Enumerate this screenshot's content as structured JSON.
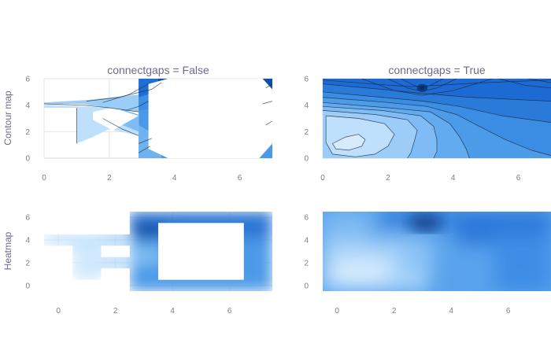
{
  "chart_data": [
    {
      "type": "contour",
      "title": "connectgaps = False",
      "row_label": "Contour map",
      "connectgaps": false,
      "xlim": [
        0,
        7
      ],
      "ylim": [
        0,
        6
      ],
      "xticks": [
        0,
        2,
        4,
        6
      ],
      "yticks": [
        0,
        2,
        4,
        6
      ],
      "colorscale": [
        "#d6eeff",
        "#1c64c8"
      ]
    },
    {
      "type": "contour",
      "title": "connectgaps = True",
      "connectgaps": true,
      "xlim": [
        0,
        7
      ],
      "ylim": [
        0,
        6
      ],
      "xticks": [
        0,
        2,
        4,
        6
      ],
      "yticks": [
        0,
        2,
        4,
        6
      ],
      "colorscale": [
        "#d6eeff",
        "#1c64c8"
      ]
    },
    {
      "type": "heatmap",
      "row_label": "Heatmap",
      "connectgaps": false,
      "xlim": [
        -0.5,
        7.5
      ],
      "ylim": [
        -0.5,
        6.5
      ],
      "xticks": [
        0,
        2,
        4,
        6
      ],
      "yticks": [
        0,
        2,
        4,
        6
      ],
      "colorscale": [
        "#d6eeff",
        "#1c64c8"
      ]
    },
    {
      "type": "heatmap",
      "connectgaps": true,
      "xlim": [
        -0.5,
        7.5
      ],
      "ylim": [
        -0.5,
        6.5
      ],
      "xticks": [
        0,
        2,
        4,
        6
      ],
      "yticks": [
        0,
        2,
        4,
        6
      ],
      "colorscale": [
        "#d6eeff",
        "#1c64c8"
      ]
    }
  ]
}
